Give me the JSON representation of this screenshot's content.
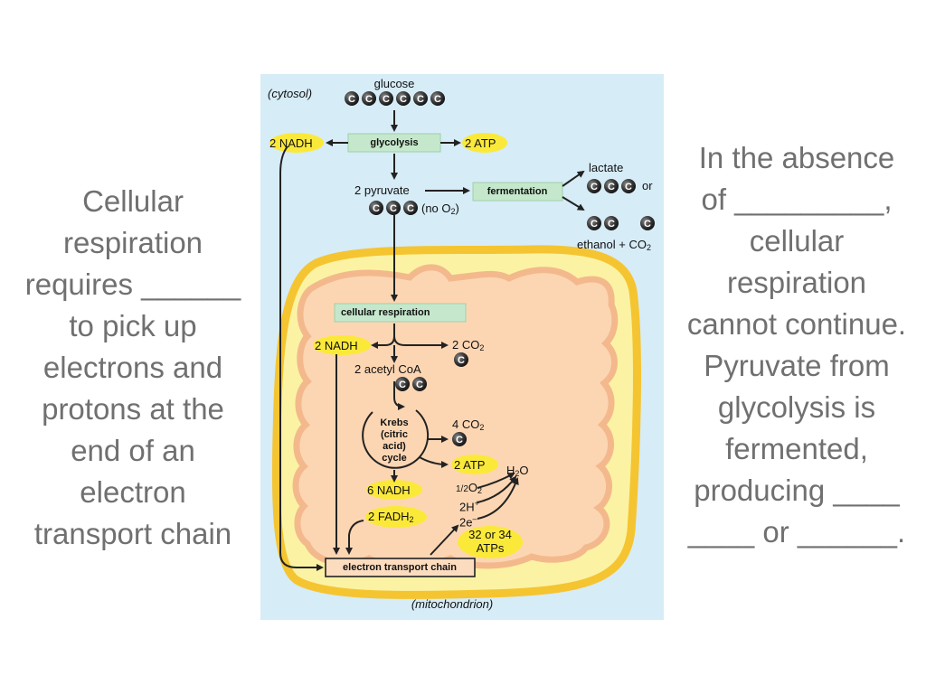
{
  "left_text": {
    "lines": [
      "Cellular",
      "respiration",
      "requires ______",
      "to pick up",
      "electrons and",
      "protons at the",
      "end of an",
      "electron",
      "transport chain"
    ]
  },
  "right_text": {
    "lines": [
      "In the absence",
      "of _________,",
      "cellular",
      "respiration",
      "cannot continue.",
      "Pyruvate from",
      "glycolysis is",
      "fermented,",
      "producing ____",
      "____ or ______."
    ]
  },
  "diagram": {
    "cytosol": "(cytosol)",
    "glucose": "glucose",
    "glycolysis": "glycolysis",
    "nadh_2_top": "2 NADH",
    "atp_2_top": "2 ATP",
    "pyruvate": "2 pyruvate",
    "no_o2": "(no O",
    "no_o2_sub": "2",
    "no_o2_close": ")",
    "fermentation": "fermentation",
    "lactate": "lactate",
    "or": "or",
    "ethanol": "ethanol + CO",
    "ethanol_sub": "2",
    "cellular_respiration": "cellular respiration",
    "nadh_2_mito": "2 NADH",
    "co2_2": "2 CO",
    "co2_2_sub": "2",
    "acetyl_coa": "2 acetyl CoA",
    "krebs": [
      "Krebs",
      "(citric",
      "acid)",
      "cycle"
    ],
    "co2_4": "4 CO",
    "co2_4_sub": "2",
    "atp_2_krebs": "2 ATP",
    "h2o_h": "H",
    "h2o_sub": "2",
    "h2o_o": "O",
    "nadh_6": "6 NADH",
    "half_o2": "1/2",
    "half_o2_o": "O",
    "half_o2_sub": "2",
    "h_plus": "2H",
    "h_plus_sup": "+",
    "electrons": "2e",
    "electrons_sup": "–",
    "fadh2": "2 FADH",
    "fadh2_sub": "2",
    "atps_32": "32 or 34",
    "atps_label": "ATPs",
    "etc": "electron transport chain",
    "mitochondrion": "(mitochondrion)",
    "carbon_symbol": "C"
  },
  "colors": {
    "cytosol_bg": "#d6ecf7",
    "mito_outer": "#f5c431",
    "mito_fill": "#fbf3a3",
    "cristae": "#f3b98d",
    "matrix": "#fcd6b3",
    "highlight": "#fbe93a",
    "process_box": "#c5e8cc",
    "text_gray": "#707070"
  }
}
